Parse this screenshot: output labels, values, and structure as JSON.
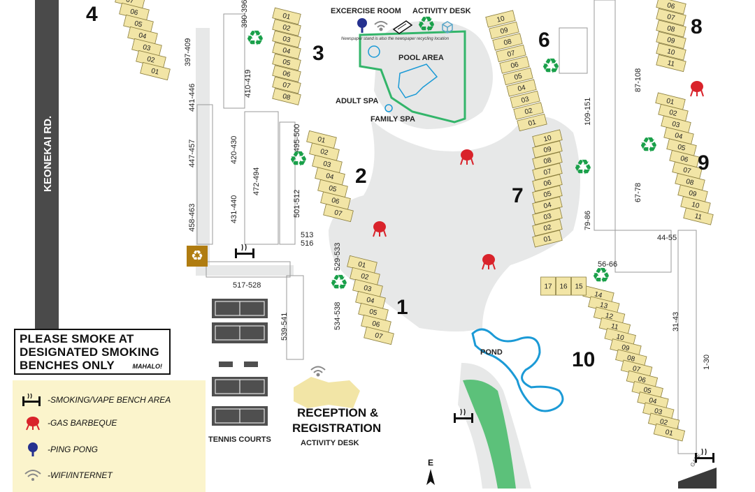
{
  "road": {
    "name": "KEONEKAI RD."
  },
  "buildings": {
    "b1": {
      "label": "1",
      "units": [
        "01",
        "02",
        "03",
        "04",
        "05",
        "06",
        "07"
      ],
      "range_a": "529-533",
      "range_b": "534-538"
    },
    "b2": {
      "label": "2",
      "units": [
        "01",
        "02",
        "03",
        "04",
        "05",
        "06",
        "07"
      ],
      "range_a": "495-500",
      "range_b": "501-512"
    },
    "b3": {
      "label": "3",
      "units": [
        "01",
        "02",
        "03",
        "04",
        "05",
        "06",
        "07",
        "08"
      ],
      "range_a": "390-396",
      "range_b": "410-419"
    },
    "b4": {
      "label": "4",
      "units": [
        "07",
        "06",
        "05",
        "04",
        "03",
        "02",
        "01"
      ],
      "range_a": "397-409"
    },
    "b6": {
      "label": "6",
      "units": [
        "10",
        "09",
        "08",
        "07",
        "06",
        "05",
        "04",
        "03",
        "02",
        "01"
      ]
    },
    "b7": {
      "label": "7",
      "units": [
        "10",
        "09",
        "08",
        "07",
        "06",
        "05",
        "04",
        "03",
        "02",
        "01"
      ],
      "range_a": "79-86"
    },
    "b8": {
      "label": "8",
      "units": [
        "06",
        "07",
        "08",
        "09",
        "10",
        "11"
      ],
      "range_a": "87-108"
    },
    "b9": {
      "label": "9",
      "units": [
        "01",
        "02",
        "03",
        "04",
        "05",
        "06",
        "07",
        "08",
        "09",
        "10",
        "11"
      ],
      "range_a": "67-78"
    },
    "b10": {
      "label": "10",
      "units_row": [
        "17",
        "16",
        "15"
      ],
      "units": [
        "14",
        "13",
        "12",
        "11",
        "10",
        "09",
        "08",
        "07",
        "06",
        "05",
        "04",
        "03",
        "02",
        "01"
      ],
      "range_a": "56-66",
      "range_b": "44-55",
      "range_c": "31-43"
    }
  },
  "parking": {
    "p1": "441-446",
    "p2": "447-457",
    "p3": "458-463",
    "p4": "420-430",
    "p5": "431-440",
    "p6": "472-494",
    "p7": "513",
    "p8": "516",
    "p9": "517-528",
    "p10": "539-541",
    "p11": "109-151",
    "p12": "1-30"
  },
  "places": {
    "exercise_room": "EXCERCISE ROOM",
    "activity_desk_top": "ACTIVITY DESK",
    "newspaper_note": "Newspaper stand is also the newspaper recycling location",
    "pool_area": "POOL AREA",
    "adult_spa": "ADULT SPA",
    "family_spa": "FAMILY SPA",
    "pond": "POND",
    "tennis_courts": "TENNIS COURTS",
    "reception": "RECEPTION &",
    "registration": "REGISTRATION",
    "activity_desk_bottom": "ACTIVITY DESK",
    "compass_e": "E",
    "gate": "GATE"
  },
  "smoking_notice": {
    "line1": "PLEASE SMOKE AT",
    "line2": "DESIGNATED SMOKING",
    "line3": "BENCHES ONLY",
    "mahalo": "MAHALO!"
  },
  "legend": {
    "items": [
      {
        "label": "-SMOKING/VAPE BENCH AREA",
        "icon": "smoking-bench-icon"
      },
      {
        "label": "-GAS BARBEQUE",
        "icon": "bbq-icon"
      },
      {
        "label": "-PING PONG",
        "icon": "ping-pong-icon"
      },
      {
        "label": "-WIFI/INTERNET",
        "icon": "wifi-icon"
      }
    ]
  },
  "colors": {
    "building": "#f2e5a6",
    "building_stroke": "#8a7d3c",
    "path": "#e7e8e8",
    "lawn": "#5cc17a",
    "pond": "#1b9ad6",
    "recycle": "#1aa04a",
    "bbq": "#d9232b",
    "road": "#4a4a4a"
  }
}
